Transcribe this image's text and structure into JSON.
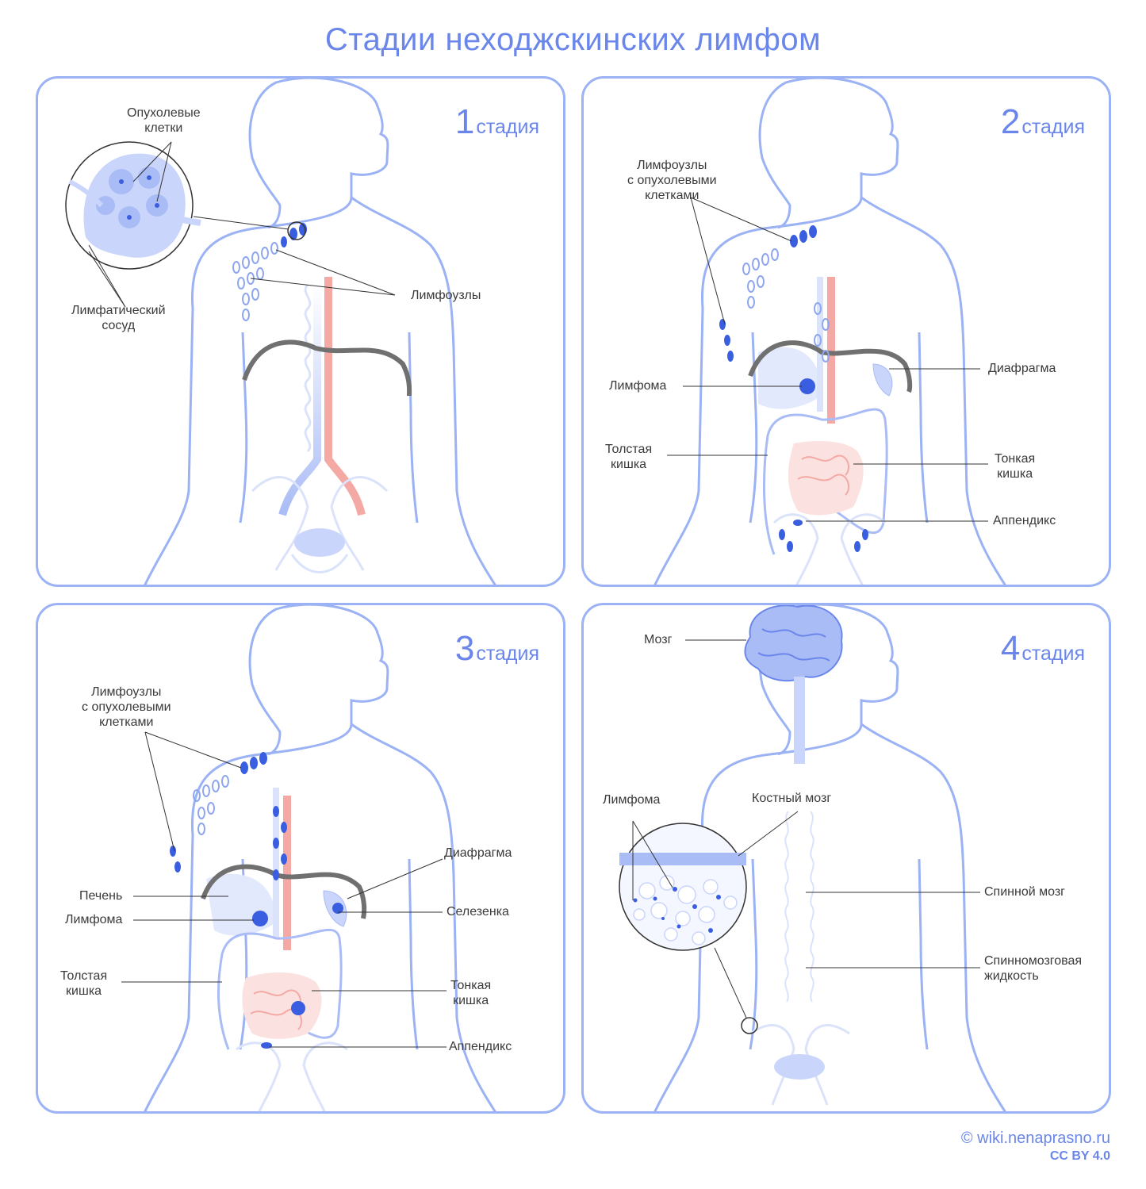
{
  "title": "Стадии неходжскинских лимфом",
  "stages": [
    {
      "number": "1",
      "word": "стадия",
      "labels": {
        "tumor_cells": "Опухолевые\nклетки",
        "lymph_nodes": "Лимфоузлы",
        "lymph_vessel": "Лимфатический\nсосуд"
      }
    },
    {
      "number": "2",
      "word": "стадия",
      "labels": {
        "nodes_with_cells": "Лимфоузлы\nс опухолевыми\nклетками",
        "diaphragm": "Диафрагма",
        "lymphoma": "Лимфома",
        "colon": "Толстая\nкишка",
        "small_intestine": "Тонкая\nкишка",
        "appendix": "Аппендикс"
      }
    },
    {
      "number": "3",
      "word": "стадия",
      "labels": {
        "nodes_with_cells": "Лимфоузлы\nс опухолевыми\nклетками",
        "diaphragm": "Диафрагма",
        "liver": "Печень",
        "spleen": "Селезенка",
        "lymphoma": "Лимфома",
        "colon": "Толстая\nкишка",
        "small_intestine": "Тонкая\nкишка",
        "appendix": "Аппендикс"
      }
    },
    {
      "number": "4",
      "word": "стадия",
      "labels": {
        "brain": "Мозг",
        "lymphoma": "Лимфома",
        "bone_marrow": "Костный мозг",
        "spinal_cord": "Спинной мозг",
        "csf": "Спинномозговая\nжидкость"
      }
    }
  ],
  "credit": {
    "site": "© wiki.nenaprasno.ru",
    "license": "CC BY 4.0"
  },
  "colors": {
    "outline": "#9bb2f4",
    "accent": "#6a86ea",
    "node_dark": "#3a5ee0",
    "artery": "#f4a9a5",
    "diaphragm": "#707070"
  }
}
